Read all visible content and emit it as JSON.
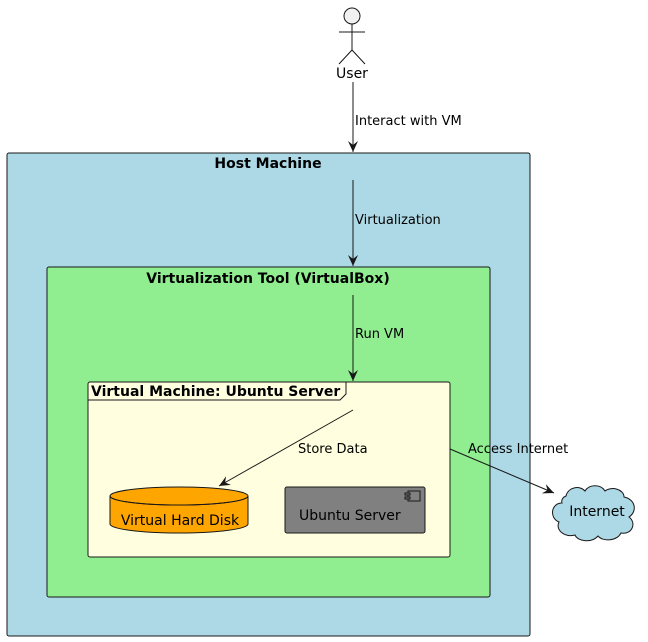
{
  "actor": {
    "label": "User"
  },
  "containers": {
    "host": {
      "title": "Host Machine",
      "color": "#ADD8E6"
    },
    "tool": {
      "title": "Virtualization Tool (VirtualBox)",
      "color": "#90EE90"
    },
    "vm": {
      "title": "Virtual Machine: Ubuntu Server",
      "color": "#FFFFE0"
    }
  },
  "nodes": {
    "disk": {
      "label": "Virtual Hard Disk",
      "color": "#FFA500"
    },
    "server": {
      "label": "Ubuntu Server",
      "color": "#808080"
    },
    "internet": {
      "label": "Internet",
      "color": "#ADD8E6"
    }
  },
  "edges": {
    "interact": "Interact with VM",
    "virtualization": "Virtualization",
    "run_vm": "Run VM",
    "store_data": "Store Data",
    "access_internet": "Access Internet"
  }
}
